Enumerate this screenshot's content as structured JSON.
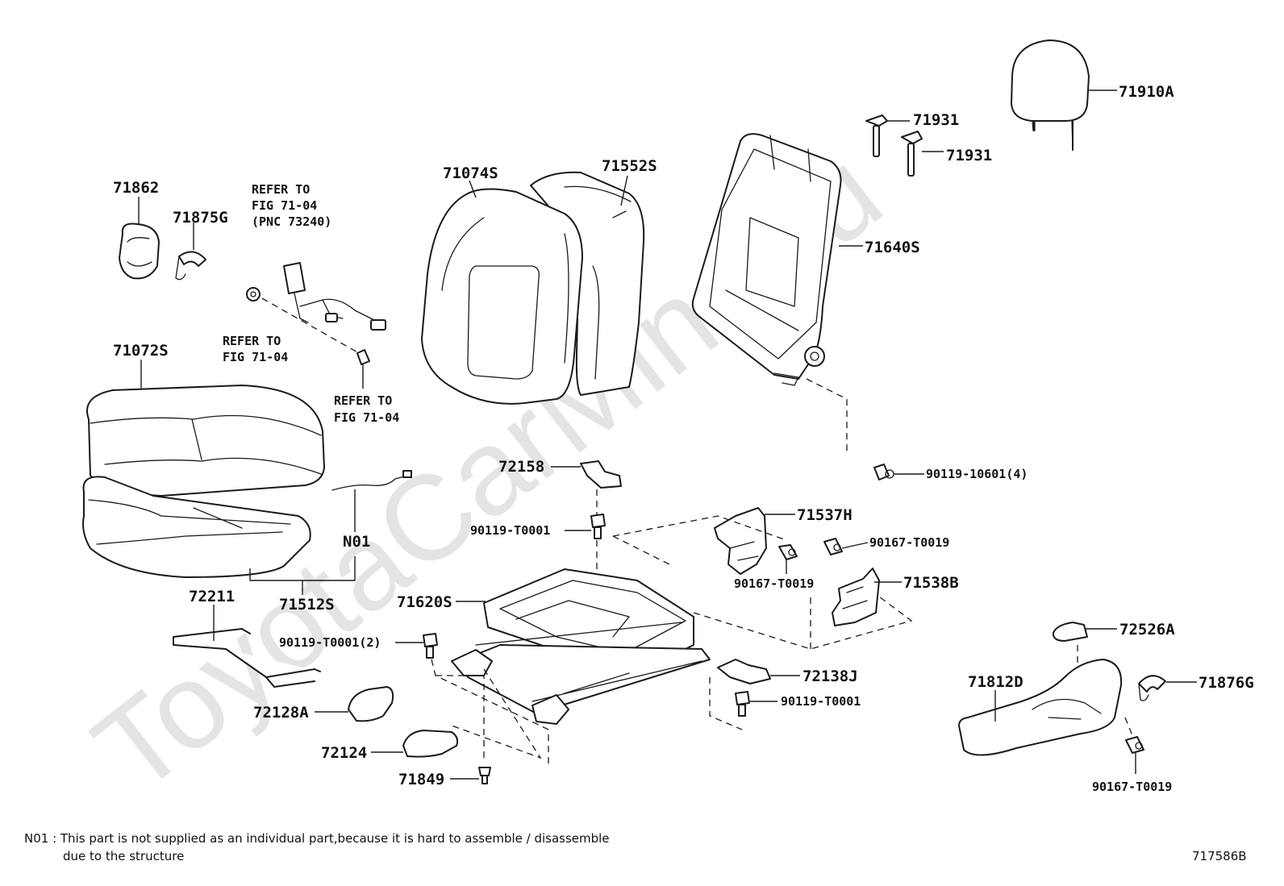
{
  "watermark": "ToyotaCarMine.ru",
  "parts": {
    "p71910A": "71910A",
    "p71931_a": "71931",
    "p71931_b": "71931",
    "p71862": "71862",
    "p71875G": "71875G",
    "p71074S": "71074S",
    "p71552S": "71552S",
    "p71640S": "71640S",
    "p71072S": "71072S",
    "p72158": "72158",
    "p90119_10601": "90119-10601(4)",
    "p90119_T0001_a": "90119-T0001",
    "p71537H": "71537H",
    "p90167_T0019_a": "90167-T0019",
    "p90167_T0019_b": "90167-T0019",
    "pN01": "N01",
    "p71538B": "71538B",
    "p71620S": "71620S",
    "p71512S": "71512S",
    "p72211": "72211",
    "p90119_T0001_2": "90119-T0001(2)",
    "p72526A": "72526A",
    "p72138J": "72138J",
    "p71812D": "71812D",
    "p71876G": "71876G",
    "p90119_T0001_b": "90119-T0001",
    "p72128A": "72128A",
    "p72124": "72124",
    "p71849": "71849",
    "p90167_T0019_c": "90167-T0019"
  },
  "refs": {
    "belt_line1": "REFER TO",
    "belt_line2": "FIG 71-04",
    "belt_line3": "(PNC 73240)",
    "nut_line1": "REFER TO",
    "nut_line2": "FIG 71-04",
    "clip_line1": "REFER TO",
    "clip_line2": "FIG 71-04"
  },
  "footnote": {
    "line1": "N01 : This part is not supplied as an individual part,because it is hard to assemble / disassemble",
    "line2": "due to the structure"
  },
  "figure_code": "717586B"
}
